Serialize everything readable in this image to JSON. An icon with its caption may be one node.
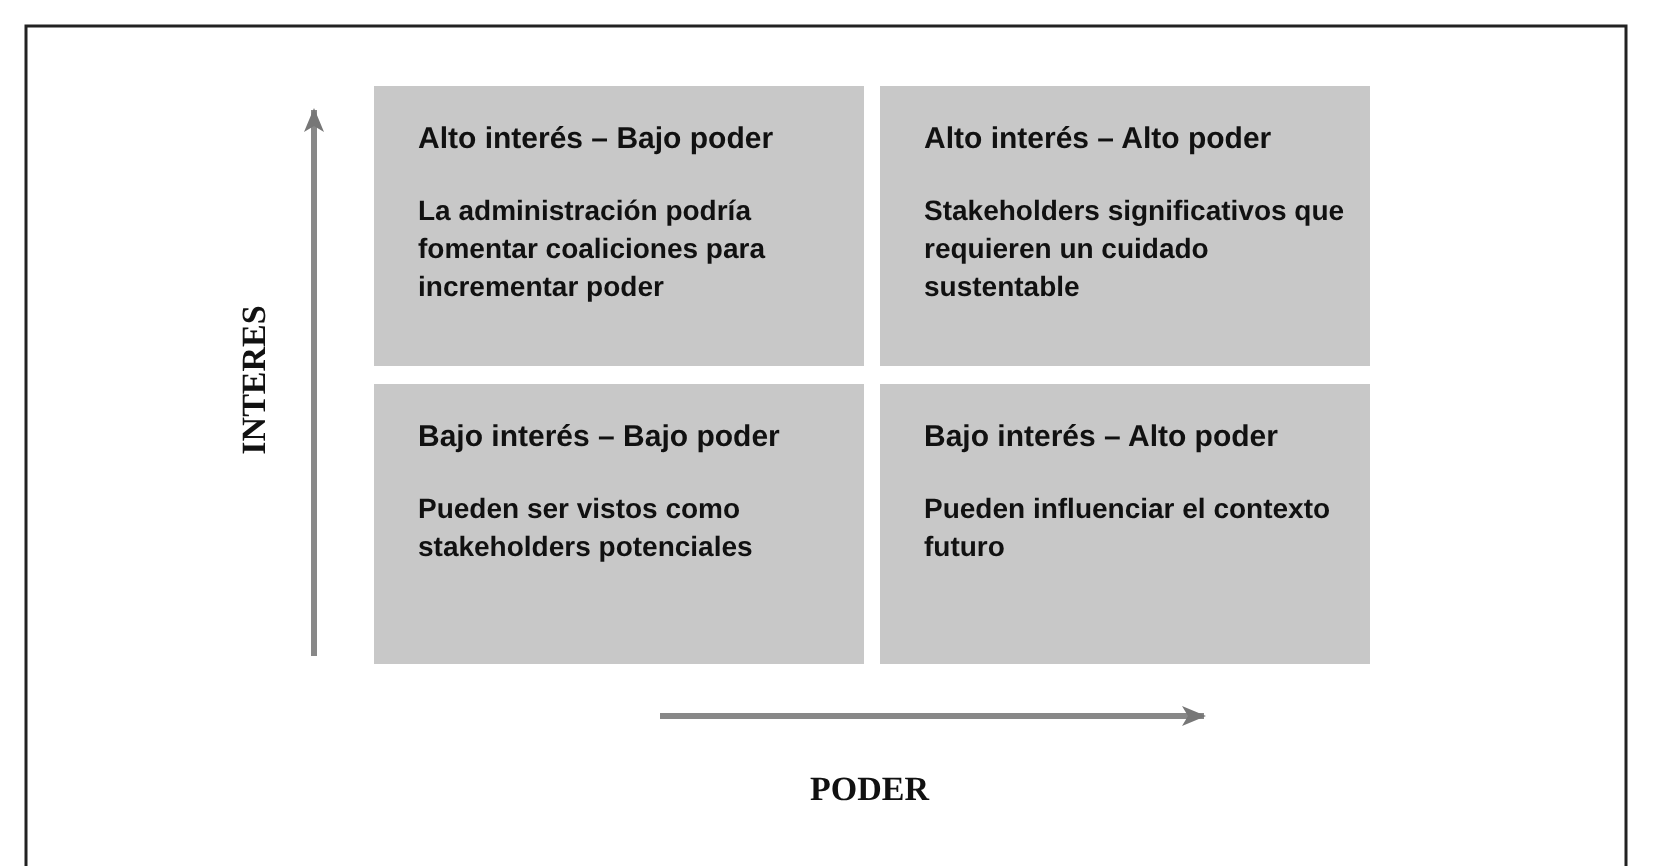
{
  "diagram": {
    "nodes": [
      {
        "text": [
          "Alto interés – Bajo poder",
          "La administración podría fomentar coaliciones para incrementar poder"
        ]
      },
      {
        "text": [
          "Alto interés – Alto poder",
          "Stakeholders significativos que requieren un cuidado sustentable"
        ]
      },
      {
        "text": [
          "Bajo interés – Bajo poder",
          "Pueden ser vistos como stakeholders potenciales"
        ]
      },
      {
        "text": [
          "Bajo interés – Alto poder",
          "Pueden influenciar el contexto futuro"
        ]
      }
    ],
    "edges": [],
    "labels": [
      "INTERES",
      "PODER"
    ]
  }
}
